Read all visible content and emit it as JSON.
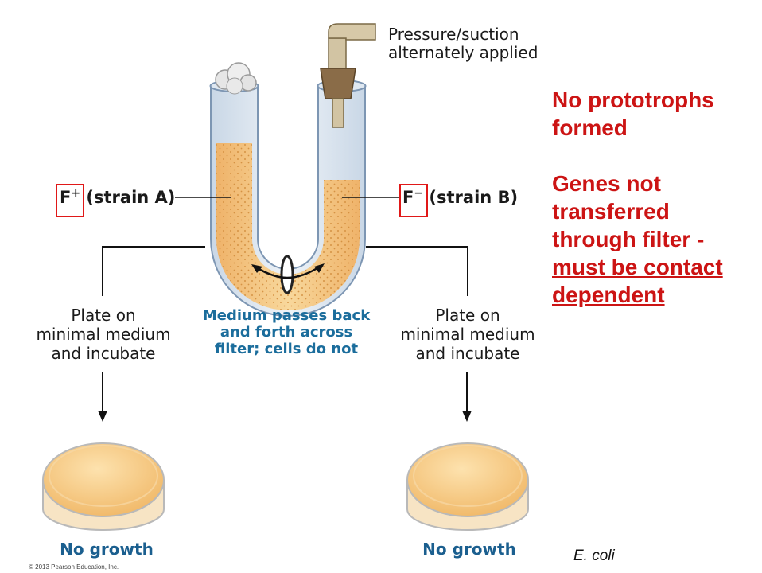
{
  "labels": {
    "pressure_line1": "Pressure/suction",
    "pressure_line2": "alternately applied",
    "strain_a_letter": "F",
    "strain_a_sup": "+",
    "strain_a_text": "(strain A)",
    "strain_b_letter": "F",
    "strain_b_sup": "−",
    "strain_b_text": "(strain B)",
    "plate_left_lines": [
      "Plate on",
      "minimal medium",
      "and incubate"
    ],
    "plate_right_lines": [
      "Plate on",
      "minimal medium",
      "and incubate"
    ],
    "filter_note_lines": [
      "Medium passes back",
      "and forth across",
      "filter; cells do not"
    ],
    "result_left": "No growth",
    "result_right": "No growth",
    "copyright": "© 2013 Pearson Education, Inc.",
    "species": "E. coli"
  },
  "notes": {
    "line1": "No prototrophs",
    "line2": "formed",
    "line3": "Genes not",
    "line4": "transferred",
    "line5": "through filter -",
    "line6": "must be contact",
    "line7": "dependent"
  },
  "colors": {
    "accent_red": "#cc1414",
    "medium_orange": "#f2c07a",
    "label_blue": "#1b6d9c",
    "highlight_box": "#e01818"
  }
}
